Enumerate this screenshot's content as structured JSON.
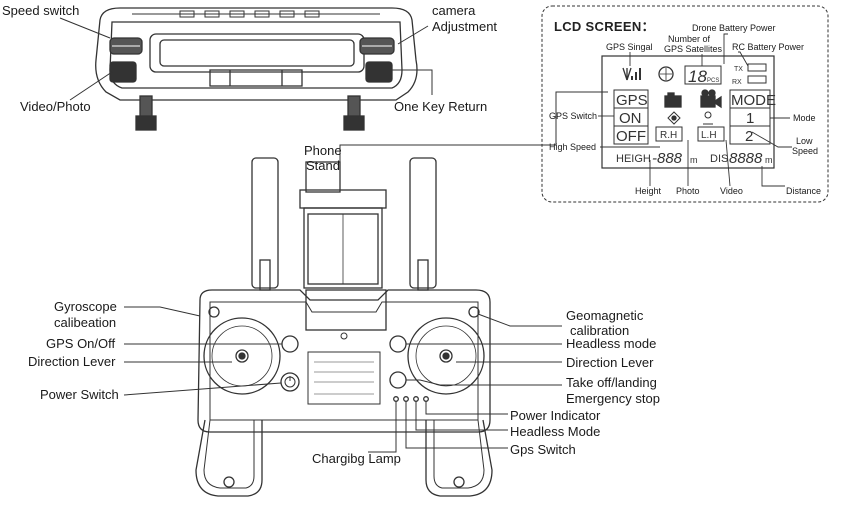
{
  "top_view": {
    "speed_switch": "Speed switch",
    "camera_adjustment_line1": "camera",
    "camera_adjustment_line2": "Adjustment",
    "video_photo": "Video/Photo",
    "one_key_return": "One Key  Return"
  },
  "lcd_panel": {
    "title": "LCD SCREEN：",
    "gps_signal": "GPS Singal",
    "num_sats_line1": "Number of",
    "num_sats_line2": "GPS Satellites",
    "drone_battery": "Drone Battery Power",
    "rc_battery": "RC Battery Power",
    "gps_switch": "GPS Switch",
    "high_speed": "High Speed",
    "mode": "Mode",
    "low_speed_line1": "Low",
    "low_speed_line2": "Speed",
    "height": "Height",
    "photo": "Photo",
    "video": "Video",
    "distance": "Distance",
    "screen": {
      "sat_digits": "18",
      "pcs": "PCS",
      "tx": "TX",
      "rx": "RX",
      "gps": "GPS",
      "on": "ON",
      "off": "OFF",
      "mode": "MODE",
      "mode1": "1",
      "mode2": "2",
      "rh": "R.H",
      "lh": "L.H",
      "heigh": "HEIGH",
      "heigh_digits": "-888",
      "m1": "m",
      "dis": "DIS",
      "dis_digits": "8888",
      "m2": "m"
    }
  },
  "controller": {
    "phone_stand_line1": "Phone",
    "phone_stand_line2": "Stand",
    "gyro_line1": "Gyroscope",
    "gyro_line2": "calibeation",
    "gps_onoff": "GPS On/Off",
    "direction_lever_left": "Direction Lever",
    "power_switch": "Power Switch",
    "geomag_line1": "Geomagnetic",
    "geomag_line2": "calibration",
    "headless_mode": "Headless mode",
    "direction_lever_right": "Direction Lever",
    "takeoff_line1": "Take off/landing",
    "takeoff_line2": "Emergency stop",
    "power_indicator": "Power Indicator",
    "headless_mode_led": "Headless Mode",
    "gps_switch_led": "Gps Switch",
    "charging_lamp": "Chargibg Lamp"
  }
}
